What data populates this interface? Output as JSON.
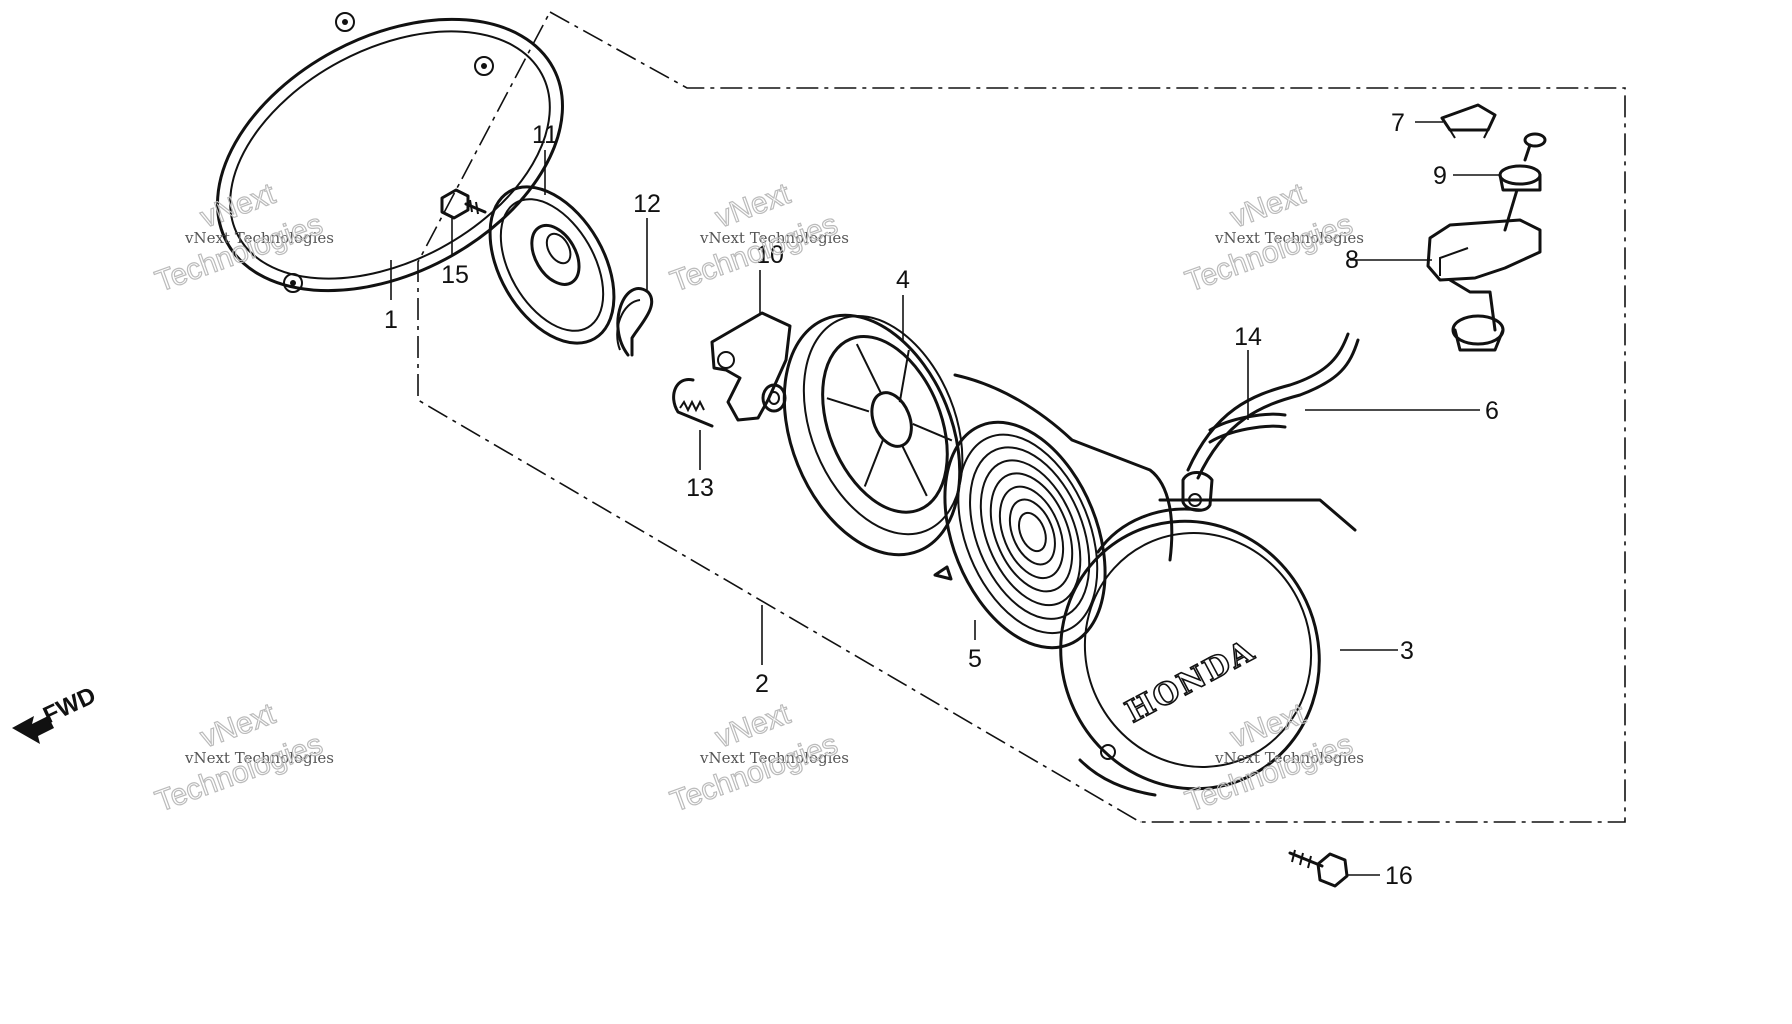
{
  "diagram": {
    "callouts": [
      {
        "id": "1",
        "label": "1"
      },
      {
        "id": "2",
        "label": "2"
      },
      {
        "id": "3",
        "label": "3"
      },
      {
        "id": "4",
        "label": "4"
      },
      {
        "id": "5",
        "label": "5"
      },
      {
        "id": "6",
        "label": "6"
      },
      {
        "id": "7",
        "label": "7"
      },
      {
        "id": "8",
        "label": "8"
      },
      {
        "id": "9",
        "label": "9"
      },
      {
        "id": "10",
        "label": "10"
      },
      {
        "id": "11",
        "label": "11"
      },
      {
        "id": "12",
        "label": "12"
      },
      {
        "id": "13",
        "label": "13"
      },
      {
        "id": "14",
        "label": "14"
      },
      {
        "id": "15",
        "label": "15"
      },
      {
        "id": "16",
        "label": "16"
      }
    ],
    "brand_text": "HONDA",
    "direction_label": "FWD",
    "watermark": {
      "line1": "vNext Technologies",
      "line2a": "vNext",
      "line2b": "Technologies"
    }
  }
}
